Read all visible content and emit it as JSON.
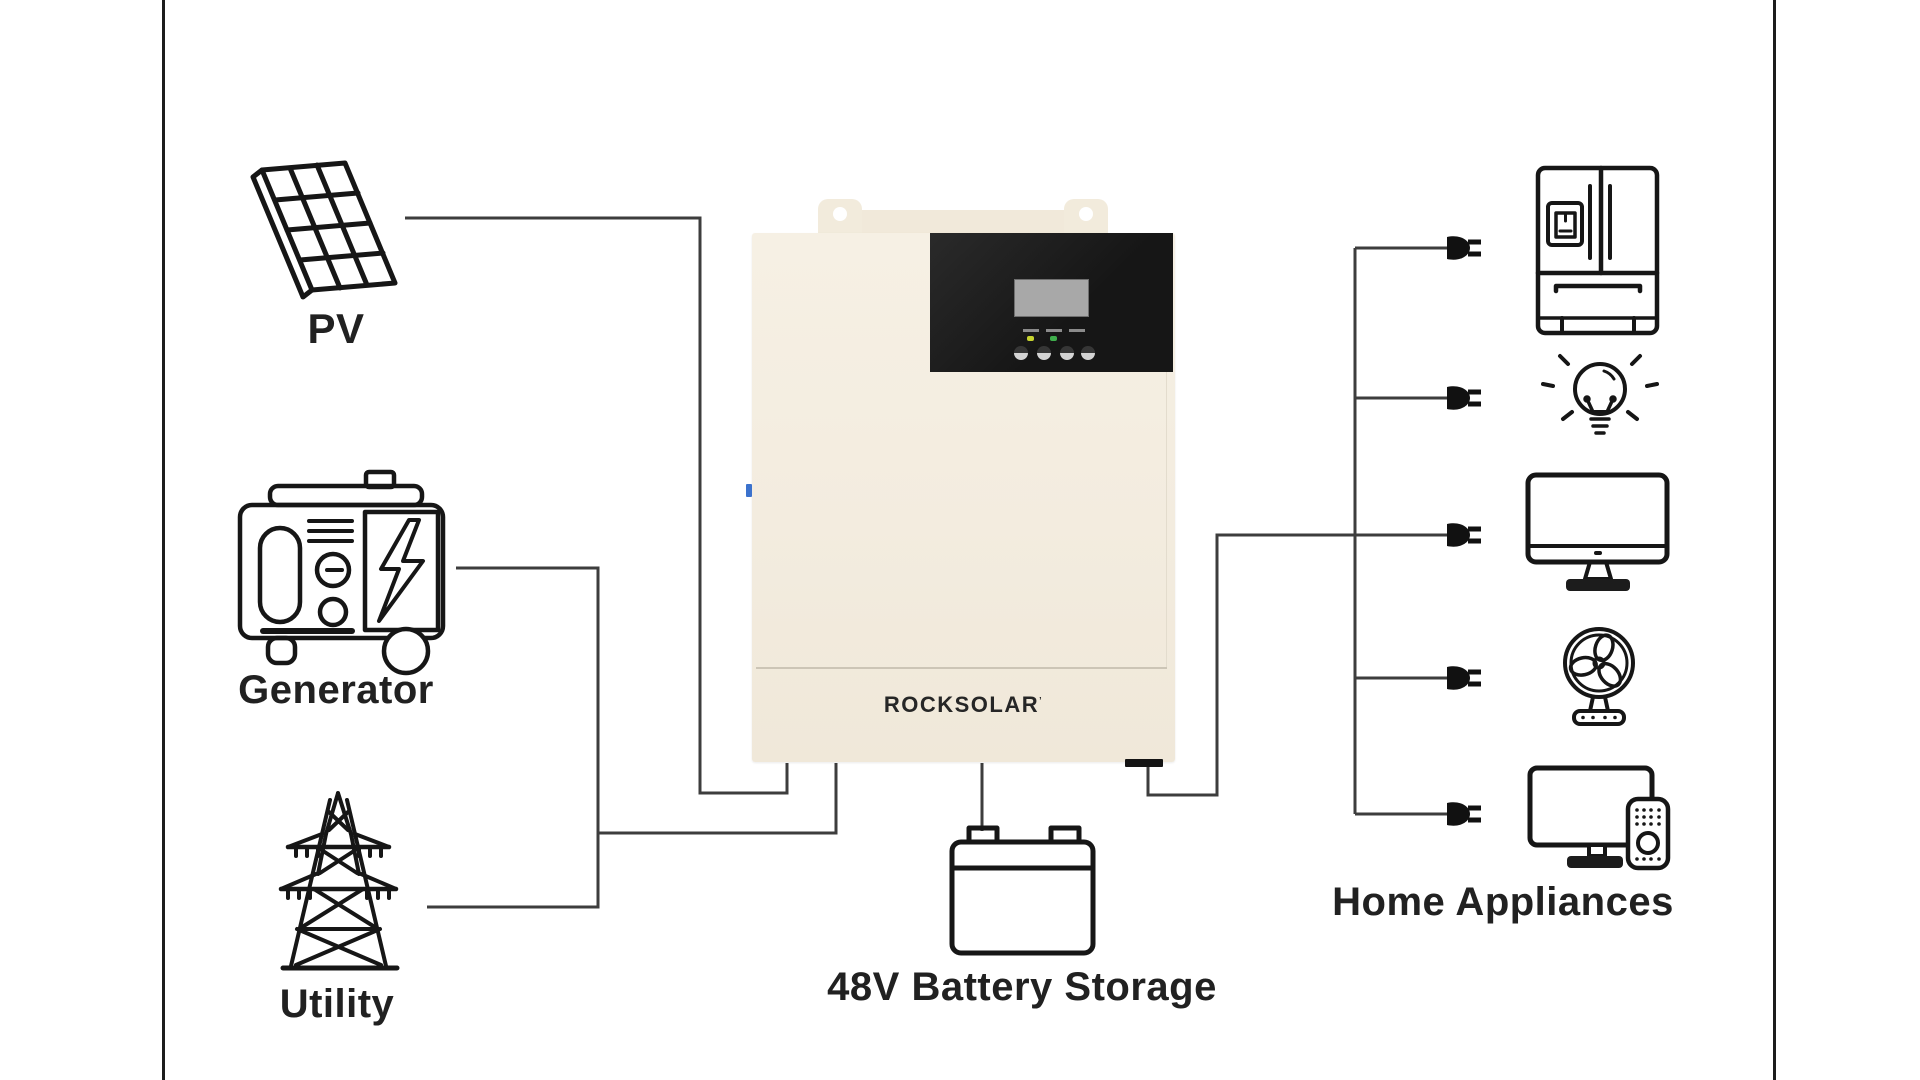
{
  "diagram": {
    "frame_color": "#1d1d1d",
    "wire_color": "#3d3d3d",
    "nodes": {
      "pv": {
        "label": "PV"
      },
      "generator": {
        "label": "Generator"
      },
      "utility": {
        "label": "Utility"
      },
      "inverter": {
        "brand": "ROCKSOLAR",
        "trademark_mark": "’",
        "body_color": "#f3ecdf",
        "display_color": "#1b1b1b",
        "lcd_color": "#a8a8a8",
        "led_colors": [
          "#c6d32f",
          "#3fae4c"
        ]
      },
      "battery": {
        "label": "48V Battery Storage"
      },
      "home_appliances": {
        "label": "Home Appliances",
        "items": [
          "refrigerator",
          "light-bulb",
          "computer-monitor",
          "desk-fan",
          "tv-with-remote"
        ]
      }
    }
  }
}
